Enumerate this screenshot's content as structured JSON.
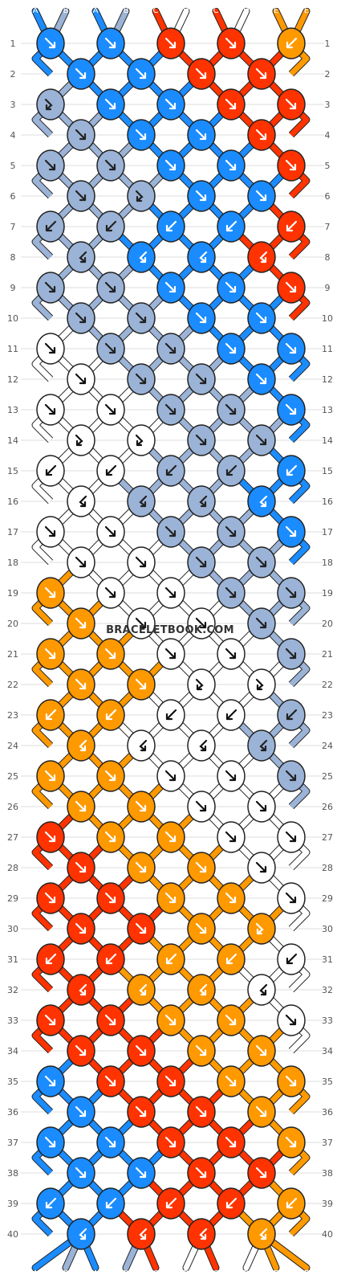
{
  "watermark": "BRACELETBOOK.COM",
  "strand_labels_top": [
    "A",
    "B",
    "A",
    "B",
    "C",
    "D",
    "C",
    "D",
    "E",
    "E"
  ],
  "strand_labels_bottom": [
    "A",
    "B",
    "A",
    "B",
    "C",
    "D",
    "C",
    "D",
    "E",
    "E"
  ],
  "row_numbers": [
    "1",
    "2",
    "3",
    "4",
    "5",
    "6",
    "7",
    "8",
    "9",
    "10",
    "11",
    "12",
    "13",
    "14",
    "15",
    "16",
    "17",
    "18",
    "19",
    "20",
    "21",
    "22",
    "23",
    "24",
    "25",
    "26",
    "27",
    "28",
    "29",
    "30",
    "31",
    "32",
    "33",
    "34",
    "35",
    "36",
    "37",
    "38",
    "39",
    "40"
  ],
  "colors": {
    "A": "#1a8cff",
    "B": "#9bb3d6",
    "C": "#ff3300",
    "D": "#ffffff",
    "E": "#ff9900"
  },
  "knot_rows": [
    [
      "A",
      "A",
      "C",
      "C",
      "E"
    ],
    [
      "A",
      "A",
      "C",
      "C"
    ],
    [
      "B",
      "A",
      "A",
      "C",
      "C"
    ],
    [
      "B",
      "A",
      "A",
      "C"
    ],
    [
      "B",
      "B",
      "A",
      "A",
      "C"
    ],
    [
      "B",
      "B",
      "A",
      "A"
    ],
    [
      "B",
      "B",
      "A",
      "A",
      "C"
    ],
    [
      "B",
      "A",
      "A",
      "C"
    ],
    [
      "B",
      "B",
      "A",
      "A",
      "C"
    ],
    [
      "B",
      "B",
      "A",
      "A"
    ],
    [
      "D",
      "B",
      "B",
      "A",
      "A"
    ],
    [
      "D",
      "B",
      "B",
      "A"
    ],
    [
      "D",
      "D",
      "B",
      "B",
      "A"
    ],
    [
      "D",
      "D",
      "B",
      "B"
    ],
    [
      "D",
      "D",
      "B",
      "B",
      "A"
    ],
    [
      "D",
      "B",
      "B",
      "A"
    ],
    [
      "D",
      "D",
      "B",
      "B",
      "A"
    ],
    [
      "D",
      "D",
      "B",
      "B"
    ],
    [
      "E",
      "D",
      "D",
      "B",
      "B"
    ],
    [
      "E",
      "D",
      "D",
      "B"
    ],
    [
      "E",
      "E",
      "D",
      "D",
      "B"
    ],
    [
      "E",
      "E",
      "D",
      "D"
    ],
    [
      "E",
      "E",
      "D",
      "D",
      "B"
    ],
    [
      "E",
      "D",
      "D",
      "B"
    ],
    [
      "E",
      "E",
      "D",
      "D",
      "B"
    ],
    [
      "E",
      "E",
      "D",
      "D"
    ],
    [
      "C",
      "E",
      "E",
      "D",
      "D"
    ],
    [
      "C",
      "E",
      "E",
      "D"
    ],
    [
      "C",
      "C",
      "E",
      "E",
      "D"
    ],
    [
      "C",
      "C",
      "E",
      "E"
    ],
    [
      "C",
      "C",
      "E",
      "E",
      "D"
    ],
    [
      "C",
      "E",
      "E",
      "D"
    ],
    [
      "C",
      "C",
      "E",
      "E",
      "D"
    ],
    [
      "C",
      "C",
      "E",
      "E"
    ],
    [
      "A",
      "C",
      "C",
      "E",
      "E"
    ],
    [
      "A",
      "C",
      "C",
      "E"
    ],
    [
      "A",
      "A",
      "C",
      "C",
      "E"
    ],
    [
      "A",
      "A",
      "C",
      "C"
    ],
    [
      "A",
      "A",
      "C",
      "C",
      "E"
    ],
    [
      "A",
      "C",
      "C",
      "E"
    ]
  ],
  "knot_arrows": [
    [
      "f",
      "f",
      "f",
      "f",
      "b"
    ],
    [
      "f",
      "f",
      "f",
      "f"
    ],
    [
      "fb",
      "f",
      "f",
      "f",
      "f"
    ],
    [
      "f",
      "f",
      "f",
      "f"
    ],
    [
      "f",
      "f",
      "f",
      "f",
      "f"
    ],
    [
      "f",
      "fb",
      "f",
      "f"
    ],
    [
      "b",
      "b",
      "b",
      "b",
      "b"
    ],
    [
      "bf",
      "bf",
      "bf",
      "bf"
    ],
    [
      "f",
      "f",
      "f",
      "f",
      "f"
    ],
    [
      "f",
      "f",
      "f",
      "f"
    ],
    [
      "f",
      "f",
      "f",
      "f",
      "f"
    ],
    [
      "f",
      "f",
      "f",
      "f"
    ],
    [
      "f",
      "f",
      "f",
      "f",
      "f"
    ],
    [
      "fb",
      "fb",
      "f",
      "f"
    ],
    [
      "b",
      "b",
      "b",
      "b",
      "b"
    ],
    [
      "bf",
      "bf",
      "bf",
      "bf"
    ],
    [
      "f",
      "f",
      "f",
      "f",
      "f"
    ],
    [
      "f",
      "f",
      "f",
      "f"
    ],
    [
      "f",
      "f",
      "f",
      "f",
      "f"
    ],
    [
      "f",
      "f",
      "f",
      "f"
    ],
    [
      "f",
      "f",
      "f",
      "f",
      "f"
    ],
    [
      "f",
      "f",
      "fb",
      "fb"
    ],
    [
      "b",
      "b",
      "b",
      "b",
      "b"
    ],
    [
      "bf",
      "bf",
      "bf",
      "bf"
    ],
    [
      "f",
      "f",
      "f",
      "f",
      "f"
    ],
    [
      "f",
      "f",
      "f",
      "f"
    ],
    [
      "f",
      "f",
      "f",
      "f",
      "f"
    ],
    [
      "f",
      "f",
      "f",
      "f"
    ],
    [
      "f",
      "f",
      "f",
      "f",
      "f"
    ],
    [
      "f",
      "f",
      "f",
      "fb"
    ],
    [
      "b",
      "b",
      "b",
      "b",
      "b"
    ],
    [
      "bf",
      "bf",
      "bf",
      "bf"
    ],
    [
      "f",
      "f",
      "f",
      "f",
      "f"
    ],
    [
      "f",
      "f",
      "f",
      "f"
    ],
    [
      "f",
      "f",
      "f",
      "f",
      "f"
    ],
    [
      "f",
      "f",
      "f",
      "f"
    ],
    [
      "f",
      "f",
      "f",
      "f",
      "f"
    ],
    [
      "f",
      "f",
      "f",
      "f"
    ],
    [
      "b",
      "b",
      "b",
      "b",
      "b"
    ],
    [
      "bf",
      "bf",
      "bf",
      "bf"
    ]
  ]
}
